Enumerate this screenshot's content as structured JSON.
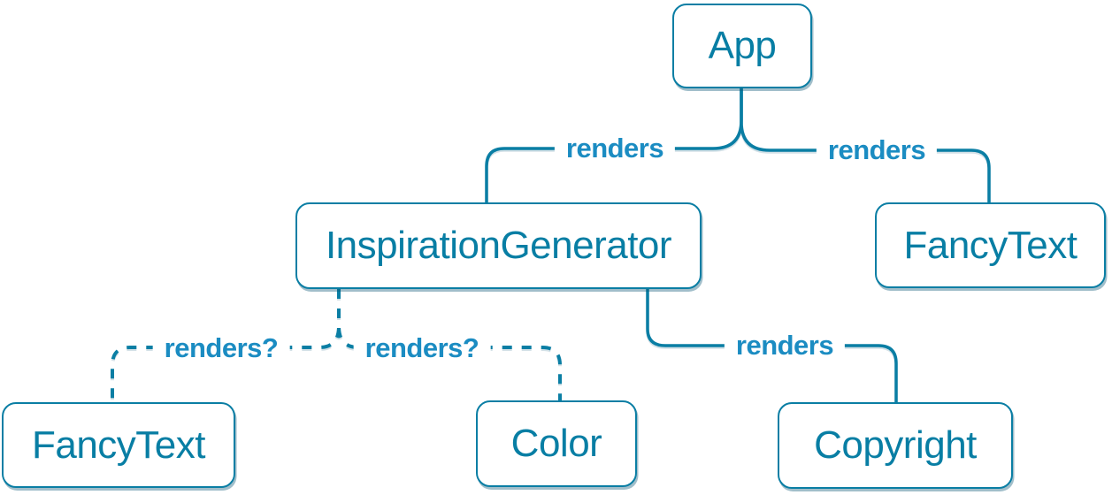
{
  "colors": {
    "accent": "#0a7ea4",
    "node_text": "#087ea4",
    "edge_label_text": "#1b8cc2",
    "node_background": "#ffffff",
    "shadow": "rgba(9,85,115,0.38)"
  },
  "nodes": {
    "app": {
      "label": "App"
    },
    "inspiration_generator": {
      "label": "InspirationGenerator"
    },
    "fancy_text_top": {
      "label": "FancyText"
    },
    "fancy_text_bottom": {
      "label": "FancyText"
    },
    "color": {
      "label": "Color"
    },
    "copyright": {
      "label": "Copyright"
    }
  },
  "edges": {
    "app_to_inspiration_generator": {
      "label": "renders",
      "style": "solid"
    },
    "app_to_fancy_text": {
      "label": "renders",
      "style": "solid"
    },
    "inspiration_generator_to_copyright": {
      "label": "renders",
      "style": "solid"
    },
    "inspiration_generator_to_fancy_text": {
      "label": "renders?",
      "style": "dashed"
    },
    "inspiration_generator_to_color": {
      "label": "renders?",
      "style": "dashed"
    }
  }
}
